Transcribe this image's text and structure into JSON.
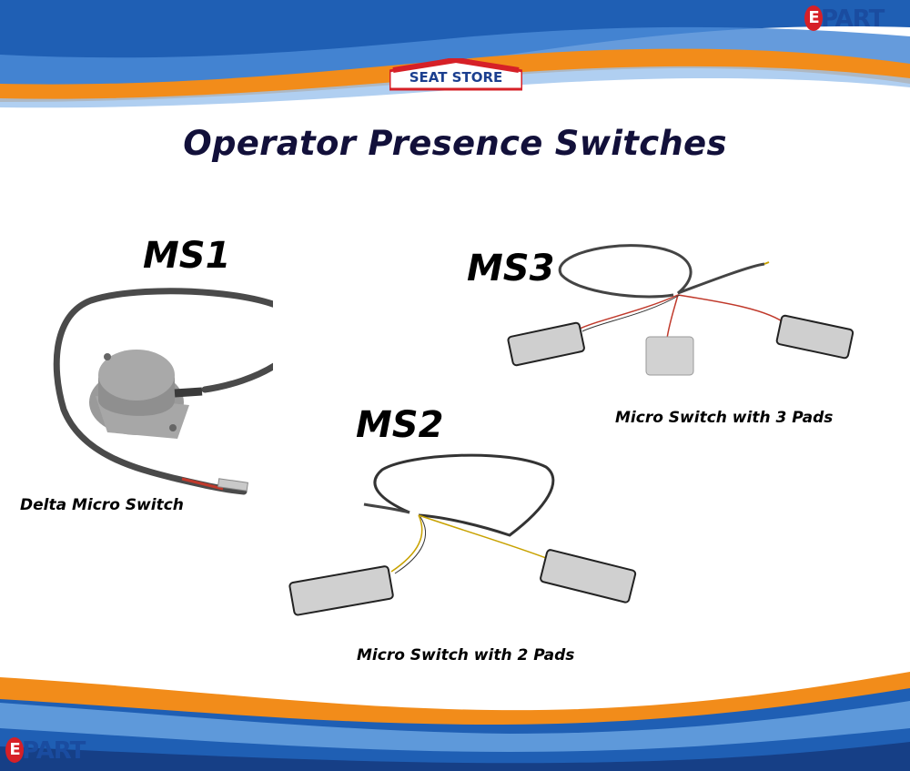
{
  "title": "Operator Presence Switches",
  "brand": {
    "ekpart_top": "PART",
    "ekpart_bottom": "PART",
    "ek_initial": "E",
    "seat_store": "SEAT STORE"
  },
  "products": {
    "ms1": {
      "code": "MS1",
      "caption": "Delta Micro Switch"
    },
    "ms2": {
      "code": "MS2",
      "caption": "Micro Switch with 2 Pads"
    },
    "ms3": {
      "code": "MS3",
      "caption": "Micro Switch with 3 Pads"
    }
  },
  "colors": {
    "brand_blue": "#1a4ca0",
    "brand_red": "#d62027",
    "swoosh_orange": "#f28c1a",
    "swoosh_blue": "#1f5fb4",
    "title_navy": "#12103a"
  }
}
